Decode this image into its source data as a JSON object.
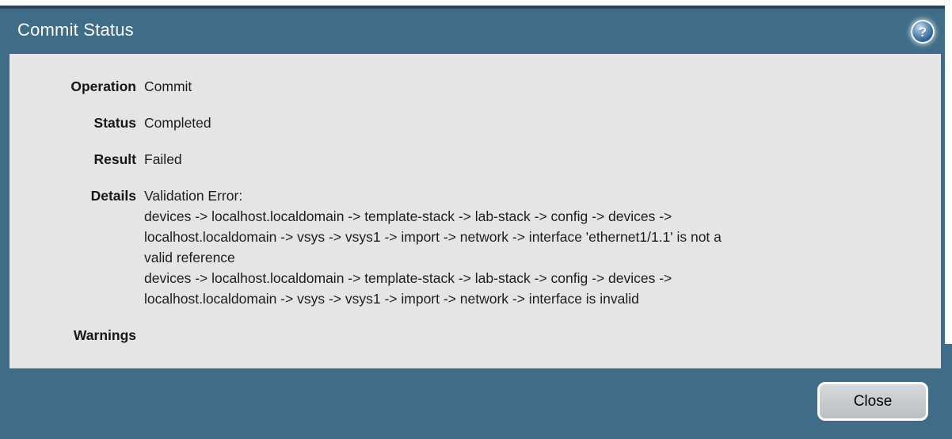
{
  "dialog": {
    "title": "Commit Status",
    "help_icon_glyph": "?",
    "rows": [
      {
        "label": "Operation",
        "value": "Commit"
      },
      {
        "label": "Status",
        "value": "Completed"
      },
      {
        "label": "Result",
        "value": "Failed"
      },
      {
        "label": "Details",
        "value_lines": [
          "Validation Error:",
          "devices -> localhost.localdomain -> template-stack -> lab-stack -> config -> devices ->",
          "localhost.localdomain -> vsys -> vsys1 -> import -> network -> interface 'ethernet1/1.1' is not a",
          "valid reference",
          "devices -> localhost.localdomain -> template-stack -> lab-stack -> config -> devices ->",
          "localhost.localdomain -> vsys -> vsys1 -> import -> network -> interface is invalid"
        ]
      },
      {
        "label": "Warnings",
        "value": ""
      }
    ],
    "footer": {
      "close_label": "Close"
    },
    "colors": {
      "frame_teal": "#3f6c87",
      "frame_top_border": "#28465a",
      "panel_gray": "#e5e5e6",
      "title_text": "#ffffff",
      "body_text": "#1d1d1d",
      "button_gray": "#c6c9cc"
    }
  }
}
